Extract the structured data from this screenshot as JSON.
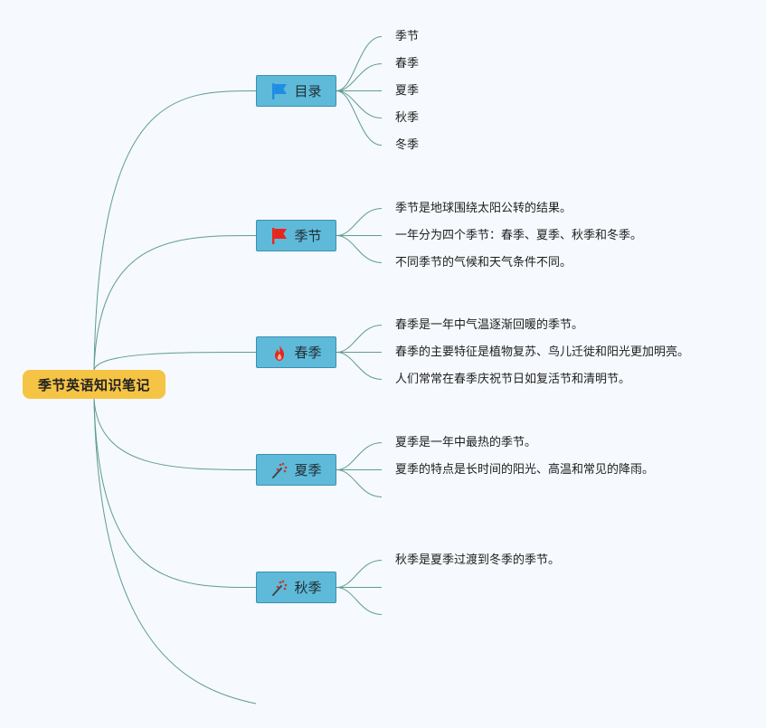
{
  "root": {
    "label": "季节英语知识笔记"
  },
  "branches": [
    {
      "label": "目录",
      "icon": "blue-flag-icon",
      "icon_color": "#1f8de3",
      "leaves": [
        "季节",
        "春季",
        "夏季",
        "秋季",
        "冬季"
      ]
    },
    {
      "label": "季节",
      "icon": "red-flag-icon",
      "icon_color": "#e8261c",
      "leaves": [
        "季节是地球围绕太阳公转的结果。",
        "一年分为四个季节：春季、夏季、秋季和冬季。",
        "不同季节的气候和天气条件不同。"
      ]
    },
    {
      "label": "春季",
      "icon": "fire-icon",
      "icon_color": "#e8261c",
      "leaves": [
        "春季是一年中气温逐渐回暖的季节。",
        "春季的主要特征是植物复苏、鸟儿迁徙和阳光更加明亮。",
        "人们常常在春季庆祝节日如复活节和清明节。"
      ]
    },
    {
      "label": "夏季",
      "icon": "magic-wand-icon",
      "icon_color": "#c0392b",
      "leaves": [
        "夏季是一年中最热的季节。",
        "夏季的特点是长时间的阳光、高温和常见的降雨。",
        ""
      ]
    },
    {
      "label": "秋季",
      "icon": "magic-wand-icon",
      "icon_color": "#c0392b",
      "leaves": [
        "秋季是夏季过渡到冬季的季节。",
        "",
        ""
      ]
    }
  ],
  "colors": {
    "root_fill": "#f5c445",
    "branch_fill": "#5fbad9",
    "connector": "#5f9d92",
    "background": "#f6f9fd"
  }
}
